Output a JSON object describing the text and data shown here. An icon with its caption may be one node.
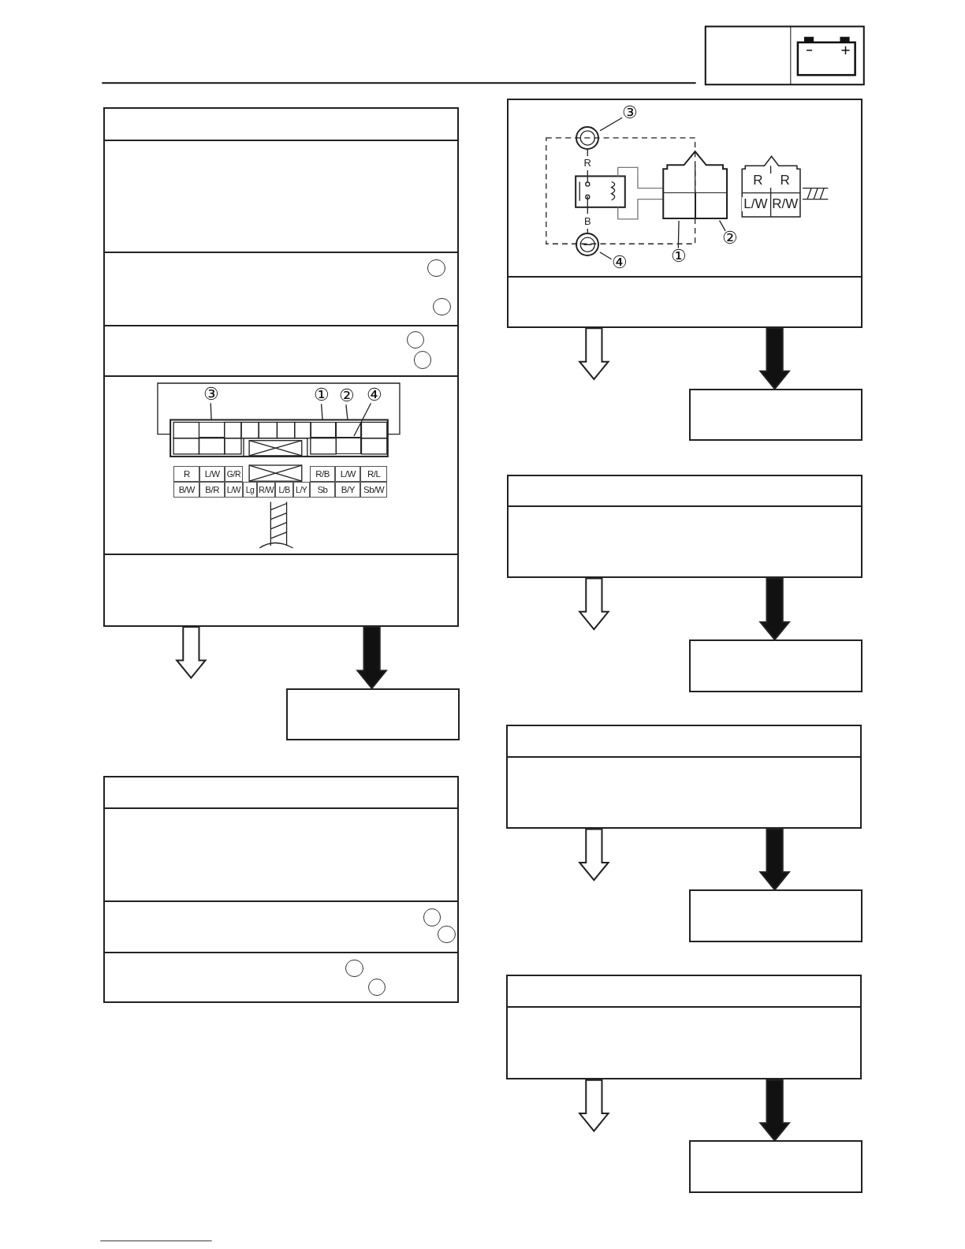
{
  "diagram": {
    "nodes": [
      {
        "text": [],
        "shape": "box"
      },
      {
        "text": [
          "③"
        ],
        "in": 0
      },
      {
        "text": [
          "①"
        ],
        "in": 0
      },
      {
        "text": [
          "②"
        ],
        "in": 0
      },
      {
        "text": [
          "④"
        ],
        "in": 0
      },
      {
        "text": [],
        "shape": "box"
      },
      {
        "text": [],
        "shape": "box"
      },
      {
        "text": [],
        "shape": "box"
      },
      {
        "text": [
          "③"
        ],
        "in": 7
      },
      {
        "text": [
          "②"
        ],
        "in": 7
      },
      {
        "text": [
          "①"
        ],
        "in": 7
      },
      {
        "text": [
          "④"
        ],
        "in": 7
      },
      {
        "text": [],
        "shape": "box"
      },
      {
        "text": [],
        "shape": "box"
      },
      {
        "text": [],
        "shape": "box"
      },
      {
        "text": [],
        "shape": "box"
      },
      {
        "text": [],
        "shape": "box"
      },
      {
        "text": [],
        "shape": "box"
      },
      {
        "text": [],
        "shape": "box"
      },
      {
        "text": [],
        "shape": "box",
        "in": 0
      },
      {
        "text": [],
        "shape": "box",
        "in": 0
      },
      {
        "text": [],
        "shape": "box",
        "in": 0
      },
      {
        "text": [],
        "shape": "box",
        "in": 0
      },
      {
        "text": [],
        "shape": "circle",
        "in": 7,
        "beside": [
          "R"
        ]
      },
      {
        "text": [],
        "shape": "box",
        "in": 7
      },
      {
        "text": [],
        "shape": "box",
        "in": 7
      },
      {
        "text": [],
        "shape": "circle",
        "in": 7,
        "beside": [
          "B"
        ]
      }
    ],
    "edges": [
      {
        "from": 1,
        "to": 19,
        "arrow": "none"
      },
      {
        "from": 2,
        "to": 20,
        "arrow": "none"
      },
      {
        "from": 3,
        "to": 21,
        "arrow": "none"
      },
      {
        "from": 4,
        "to": 22,
        "arrow": "none"
      },
      {
        "from": 0,
        "to": null,
        "arrow": "to"
      },
      {
        "from": 0,
        "to": 5,
        "arrow": "to",
        "style": "thick"
      },
      {
        "from": 8,
        "to": 23,
        "arrow": "none"
      },
      {
        "from": 9,
        "to": 25,
        "arrow": "none"
      },
      {
        "from": 10,
        "to": 24,
        "arrow": "none"
      },
      {
        "from": 11,
        "to": 26,
        "arrow": "none"
      },
      {
        "from": 7,
        "to": null,
        "arrow": "to"
      },
      {
        "from": 7,
        "to": 12,
        "arrow": "to",
        "style": "thick"
      },
      {
        "from": 13,
        "to": null,
        "arrow": "to"
      },
      {
        "from": 13,
        "to": 14,
        "arrow": "to",
        "style": "thick"
      },
      {
        "from": 15,
        "to": null,
        "arrow": "to"
      },
      {
        "from": 15,
        "to": 16,
        "arrow": "to",
        "style": "thick"
      },
      {
        "from": 17,
        "to": null,
        "arrow": "to"
      },
      {
        "from": 17,
        "to": 18,
        "arrow": "to",
        "style": "thick"
      }
    ],
    "labels": [
      "R",
      "L/W",
      "G/R",
      "R/B",
      "L/W",
      "R/L",
      "B/W",
      "B/R",
      "L/W",
      "Lg",
      "R/W",
      "L/B",
      "L/Y",
      "Sb",
      "B/Y",
      "Sb/W",
      "R",
      "R",
      "L/W",
      "R/W"
    ]
  }
}
